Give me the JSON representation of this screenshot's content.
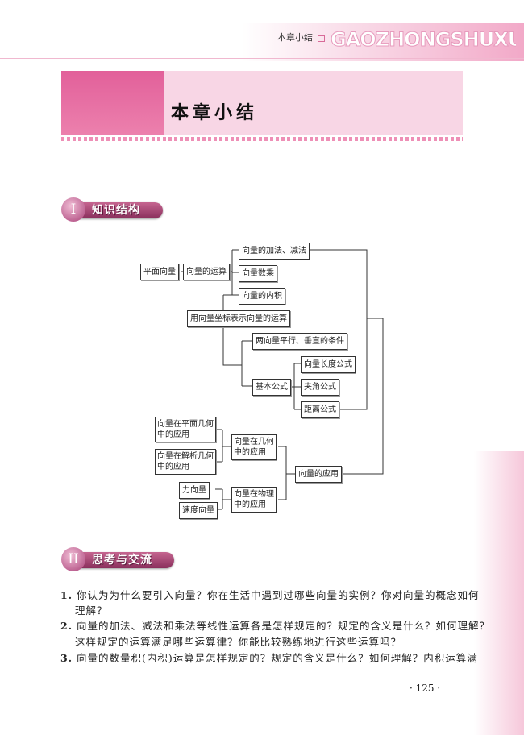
{
  "header": {
    "running_head": "本章小结",
    "wordmark": "GAOZHONGSHUXUE"
  },
  "chapter_title": "本章小结",
  "sections": [
    {
      "numeral": "I",
      "label": "知识结构"
    },
    {
      "numeral": "II",
      "label": "思考与交流"
    }
  ],
  "diagram": {
    "pingmian": "平面向量",
    "yunsuan": "向量的运算",
    "jiafa": "向量的加法、减法",
    "shucheng": "向量数乘",
    "neiji": "向量的内积",
    "zuobiao": "用向量坐标表示向量的运算",
    "pingxing": "两向量平行、垂直的条件",
    "jiben": "基本公式",
    "changdu": "向量长度公式",
    "jiajiao": "夹角公式",
    "juli": "距离公式",
    "pmjh": "向量在平面几何中的应用",
    "jxjh": "向量在解析几何中的应用",
    "jihe": "向量在几何中的应用",
    "yingyong": "向量的应用",
    "li": "力向量",
    "sudu": "速度向量",
    "wuli": "向量在物理中的应用"
  },
  "questions": [
    {
      "num": "1.",
      "lines": [
        "你认为为什么要引入向量？你在生活中遇到过哪些向量的实例？你对向量的概念如何",
        "理解？"
      ]
    },
    {
      "num": "2.",
      "lines": [
        "向量的加法、减法和乘法等线性运算各是怎样规定的？规定的含义是什么？如何理解？",
        "这样规定的运算满足哪些运算律？你能比较熟练地进行这些运算吗？"
      ]
    },
    {
      "num": "3.",
      "lines": [
        "向量的数量积(内积)运算是怎样规定的？规定的含义是什么？如何理解？内积运算满"
      ]
    }
  ],
  "page_number": "· 125 ·",
  "colors": {
    "accent": "#e2609a",
    "light": "#f8d6e5",
    "badge": "#8a2f5c"
  }
}
